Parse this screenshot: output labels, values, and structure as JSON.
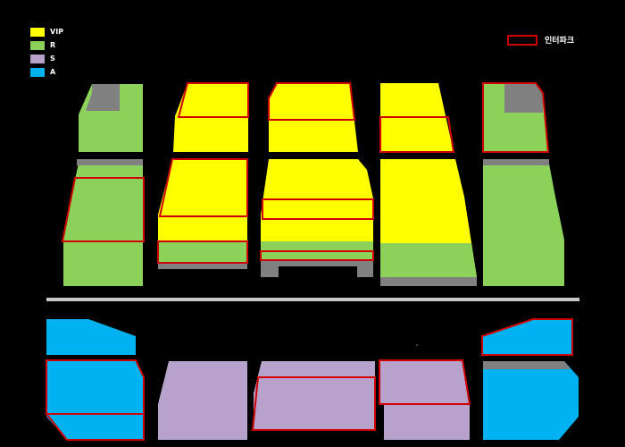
{
  "legend": {
    "items": [
      {
        "label": "VIP",
        "color": "#ffff00"
      },
      {
        "label": "R",
        "color": "#8bd15a"
      },
      {
        "label": "S",
        "color": "#b7a2cc"
      },
      {
        "label": "A",
        "color": "#00b3f0"
      }
    ]
  },
  "vendor_legend": {
    "label": "인터파크",
    "color": "#d00000"
  },
  "colors": {
    "background": "#000000",
    "divider": "#c8c8c8",
    "gray": "#808080",
    "outline": "#d00000"
  }
}
